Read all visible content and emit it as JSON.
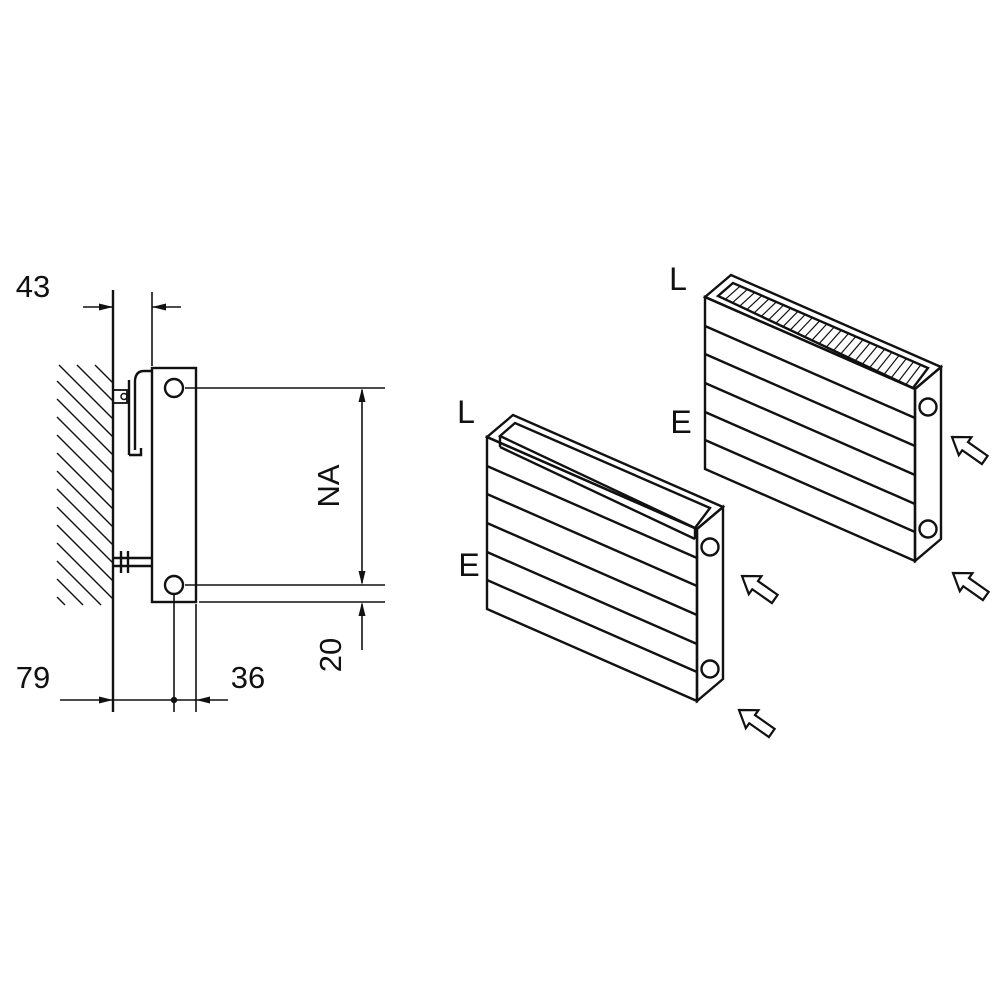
{
  "drawing": {
    "dimensions": {
      "bracket_depth": "43",
      "connection_spacing": "NA",
      "bottom_edge_offset": "20",
      "wall_to_connection": "79",
      "connection_to_front": "36"
    },
    "radiator_front": {
      "air_outlet_label": "L",
      "inlet_label": "E"
    },
    "radiator_back": {
      "air_outlet_label": "L",
      "inlet_label": "E"
    },
    "colors": {
      "line": "#111111",
      "background": "#ffffff"
    }
  }
}
